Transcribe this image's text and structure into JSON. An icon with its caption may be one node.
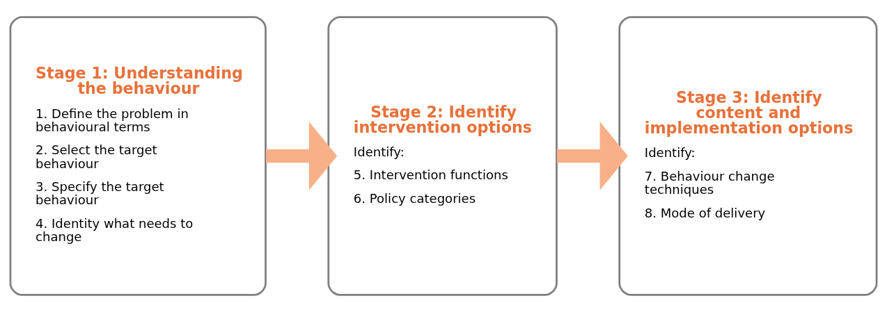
{
  "diagram": {
    "nodes": [
      {
        "text": [
          "Stage 1: Understanding the behaviour",
          "1. Define the problem in behavioural terms",
          "2. Select the target behaviour",
          "3. Specify the target behaviour",
          "4. Identity what needs to change"
        ]
      },
      {
        "text": [
          "Stage 2: Identify intervention options",
          "Identify:",
          "5. Intervention functions",
          "6. Policy categories"
        ]
      },
      {
        "text": [
          "Stage 3: Identify content and implementation options",
          "Identify:",
          "7. Behaviour change techniques",
          "8. Mode of delivery"
        ]
      }
    ],
    "edges": [
      {
        "from": 0,
        "to": 1,
        "arrow": "to"
      },
      {
        "from": 1,
        "to": 2,
        "arrow": "to"
      }
    ]
  }
}
